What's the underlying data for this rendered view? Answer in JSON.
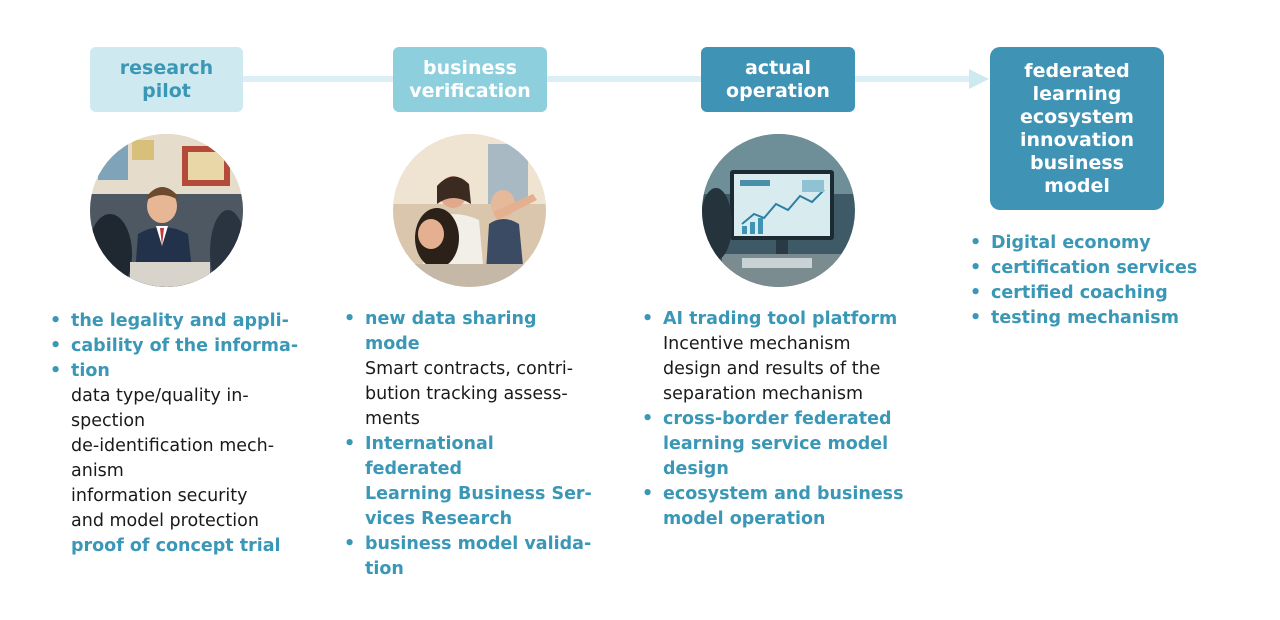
{
  "stages": [
    {
      "title": "research\npilot",
      "photo": "classroom-meeting-photo",
      "items": [
        {
          "text": "the legality and appli-",
          "style": "hl"
        },
        {
          "text": "cability of the informa-",
          "style": "hl"
        },
        {
          "text": "tion",
          "style": "hl"
        },
        {
          "text": "data type/quality in-\nspection\nde-identification mech-\nanism\ninformation security\nand model protection",
          "style": "plain"
        },
        {
          "text": "proof of concept trial",
          "style": "hl-nobullet"
        }
      ]
    },
    {
      "title": "business\nverification",
      "photo": "team-discussion-photo",
      "items": [
        {
          "text": "new data sharing mode",
          "style": "hl"
        },
        {
          "text": "Smart contracts, contri-\nbution tracking assess-\nments",
          "style": "plain"
        },
        {
          "text": "International federated\nLearning Business Ser-\nvices Research",
          "style": "hl"
        },
        {
          "text": "business model valida-\ntion",
          "style": "hl"
        }
      ]
    },
    {
      "title": "actual\noperation",
      "photo": "analytics-monitor-photo",
      "items": [
        {
          "text": "AI trading tool platform",
          "style": "hl"
        },
        {
          "text": "Incentive mechanism\ndesign and results of the\nseparation mechanism",
          "style": "plain"
        },
        {
          "text": "cross-border federated\nlearning service model\ndesign",
          "style": "hl"
        },
        {
          "text": "ecosystem and business\nmodel operation",
          "style": "hl"
        }
      ]
    },
    {
      "title": "federated\nlearning\necosystem\ninnovation\nbusiness\nmodel",
      "items": [
        {
          "text": "Digital economy",
          "style": "hl"
        },
        {
          "text": "certification services",
          "style": "hl"
        },
        {
          "text": "certified coaching",
          "style": "hl"
        },
        {
          "text": "testing mechanism",
          "style": "hl"
        }
      ]
    }
  ],
  "colors": {
    "accent": "#3a97b6",
    "box_light": "#cfe9f0",
    "box_mid": "#8ecfde",
    "box_dark": "#3f93b4",
    "connector": "#dbeff4"
  }
}
